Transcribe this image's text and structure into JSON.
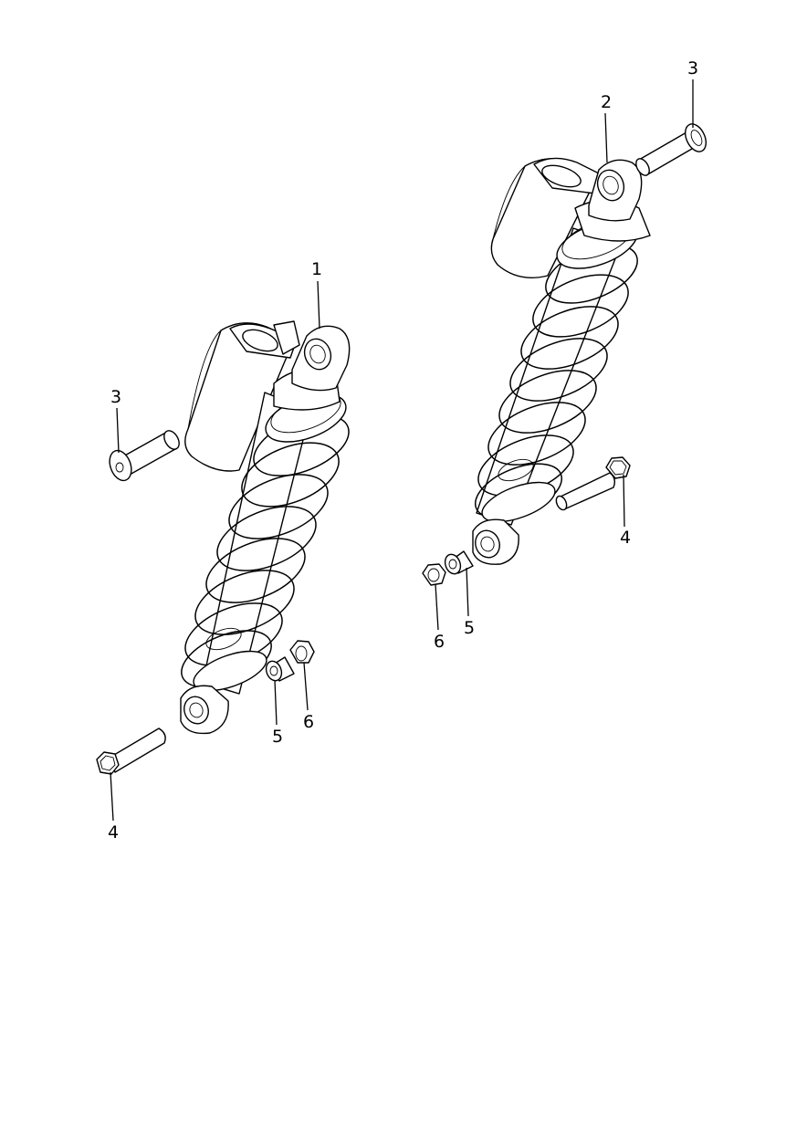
{
  "callouts": [
    {
      "id": "left-shock",
      "number": "1"
    },
    {
      "id": "right-shock",
      "number": "2"
    },
    {
      "id": "right-top-bolt",
      "number": "3"
    },
    {
      "id": "left-top-bolt",
      "number": "3"
    },
    {
      "id": "right-bottom-bolt",
      "number": "4"
    },
    {
      "id": "left-bottom-bolt",
      "number": "4"
    },
    {
      "id": "right-spacer",
      "number": "5"
    },
    {
      "id": "left-spacer",
      "number": "5"
    },
    {
      "id": "right-nut",
      "number": "6"
    },
    {
      "id": "left-nut",
      "number": "6"
    }
  ]
}
